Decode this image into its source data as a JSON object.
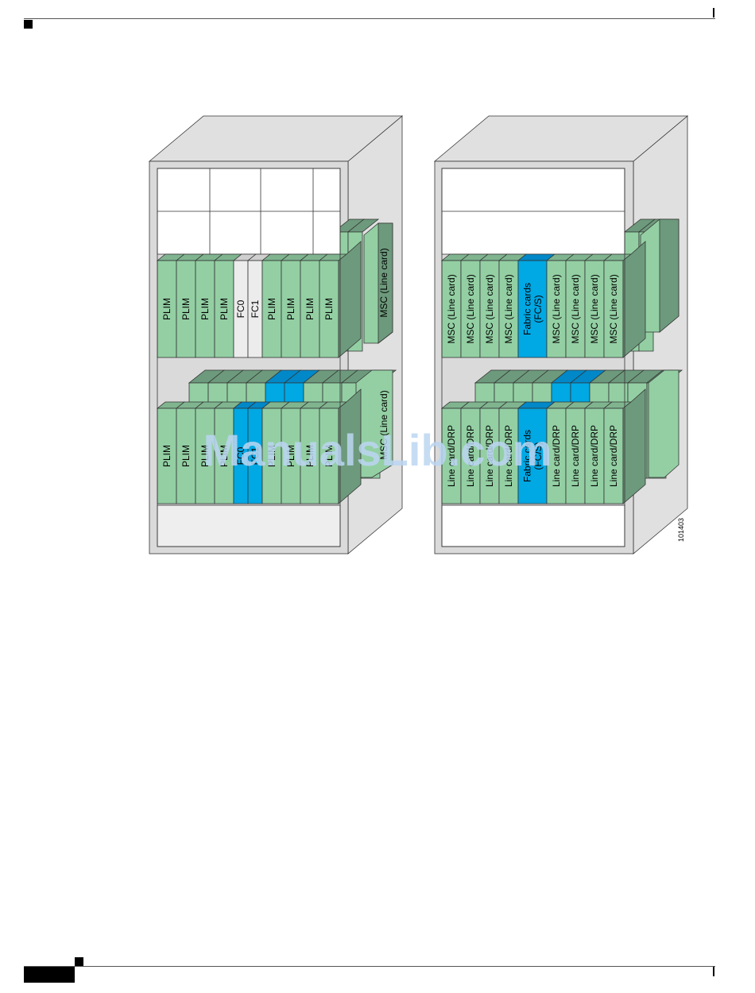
{
  "page": {
    "figure_id": "101403",
    "watermark": "ManualsLib.com"
  },
  "colors": {
    "green": "#93cfa3",
    "green_dark": "#6d9a7c",
    "green_mid": "#7fb48f",
    "blue": "#00a8e4",
    "blue_dark": "#0088c8",
    "fc_grey": "#ececec",
    "cabinet_side": "#e0e0e0",
    "cabinet_front": "#dadada"
  },
  "left_chassis": {
    "upper_cards": [
      "PLIM",
      "PLIM",
      "PLIM",
      "PLIM",
      "FC0",
      "FC1",
      "PLIM",
      "PLIM",
      "PLIM",
      "PLIM"
    ],
    "lower_cards": [
      "PLIM",
      "PLIM",
      "PLIM",
      "PLIM",
      "FC0",
      "FC1",
      "PLIM",
      "PLIM",
      "PLIM",
      "PLIM"
    ],
    "rear_label_upper": "MSC (Line card)",
    "rear_label_lower": "MSC (Line card)"
  },
  "right_chassis": {
    "upper_cards": [
      "MSC (Line card)",
      "MSC (Line card)",
      "MSC (Line card)",
      "MSC (Line card)",
      "Fabric cards|(FC/S)",
      "MSC (Line card)",
      "MSC (Line card)",
      "MSC (Line card)",
      "MSC (Line card)"
    ],
    "lower_cards": [
      "Line card/DRP",
      "Line card/DRP",
      "Line card/DRP",
      "Line card/DRP",
      "Fabric cards|(FC/S)",
      "Line card/DRP",
      "Line card/DRP",
      "Line card/DRP",
      "Line card/DRP"
    ]
  }
}
